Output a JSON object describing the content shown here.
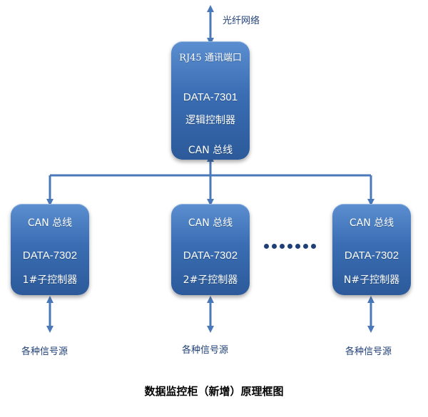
{
  "top_label": "光纤网络",
  "main_controller": {
    "port": "RJ45 通讯端口",
    "model": "DATA-7301",
    "name": "逻辑控制器",
    "bus": "CAN  总线"
  },
  "sub_controllers": [
    {
      "bus": "CAN 总线",
      "model": "DATA-7302",
      "name": "1#子控制器"
    },
    {
      "bus": "CAN 总线",
      "model": "DATA-7302",
      "name": "2#子控制器"
    },
    {
      "bus": "CAN 总线",
      "model": "DATA-7302",
      "name": "N#子控制器"
    }
  ],
  "signal_labels": [
    "各种信号源",
    "各种信号源",
    "各种信号源"
  ],
  "caption": "数据监控柜（新增）原理框图",
  "colors": {
    "box": "#3a6db3",
    "line": "#4a78b8",
    "text_dark": "#1f3f77"
  }
}
